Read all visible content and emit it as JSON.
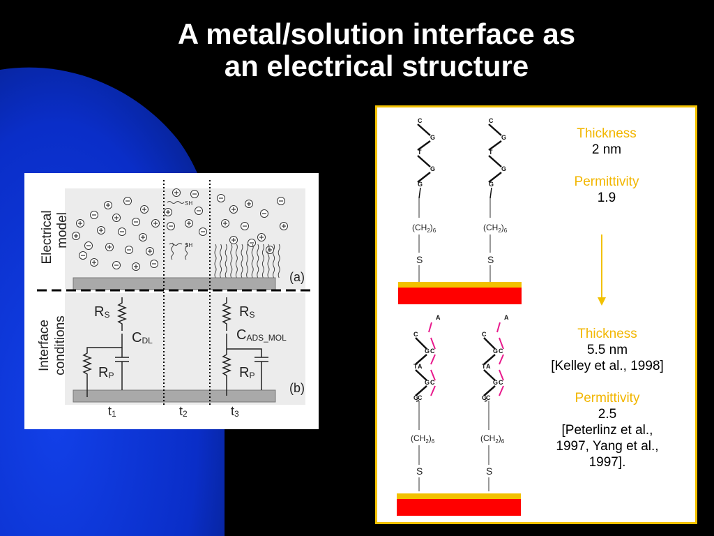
{
  "slide": {
    "title_line1": "A metal/solution interface as",
    "title_line2": "an electrical structure"
  },
  "left_figure": {
    "row_labels": {
      "top_line1": "Electrical",
      "top_line2": "model",
      "bottom_line1": "Interface",
      "bottom_line2": "conditions"
    },
    "panel_tags": {
      "a": "(a)",
      "b": "(b)"
    },
    "thiol_label": "SH",
    "circuit": {
      "rs": "R",
      "rs_sub": "S",
      "rp": "R",
      "rp_sub": "P",
      "cdl": "C",
      "cdl_sub": "DL",
      "cads": "C",
      "cads_sub": "ADS_MOL"
    },
    "times": [
      {
        "t": "t",
        "sub": "1"
      },
      {
        "t": "t",
        "sub": "2"
      },
      {
        "t": "t",
        "sub": "3"
      }
    ]
  },
  "right_figure": {
    "top": {
      "bases": [
        "C",
        "G",
        "T",
        "G",
        "G"
      ],
      "linker": "(CH",
      "linker_2": "2",
      "linker_3": ")",
      "linker_6": "6",
      "sulfur": "S",
      "thickness_label": "Thickness",
      "thickness_value": "2 nm",
      "permittivity_label": "Permittivity",
      "permittivity_value": "1.9"
    },
    "bottom": {
      "strand_left": [
        "C",
        "G",
        "T",
        "G",
        "G"
      ],
      "strand_right": [
        "A",
        "C",
        "A",
        "C",
        "C"
      ],
      "linker": "(CH",
      "linker_2": "2",
      "linker_3": ")",
      "linker_6": "6",
      "sulfur": "S",
      "thickness_label": "Thickness",
      "thickness_value": "5.5 nm",
      "thickness_ref": "[Kelley et al., 1998]",
      "permittivity_label": "Permittivity",
      "permittivity_value": "2.5",
      "perm_ref_1": "[Peterlinz et al.,",
      "perm_ref_2": "1997, Yang et al.,",
      "perm_ref_3": "1997]."
    }
  },
  "colors": {
    "background": "#000000",
    "blue_shape": "#0a2fd0",
    "accent_yellow": "#f2c100",
    "electrode_red": "#ff0000",
    "complement_pink": "#e8198c"
  }
}
